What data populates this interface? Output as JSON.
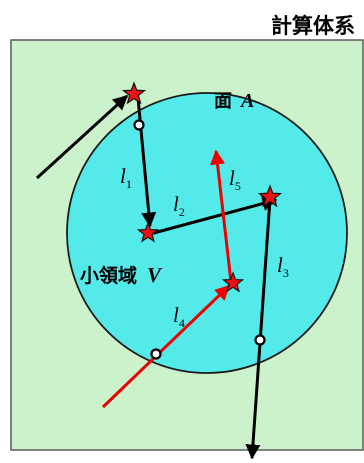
{
  "labels": {
    "system": "計算体系",
    "surface_prefix": "面",
    "surface_var": "A",
    "region_prefix": "小領域",
    "region_var": "V"
  },
  "tracks": [
    {
      "letter": "l",
      "sub": "1"
    },
    {
      "letter": "l",
      "sub": "2"
    },
    {
      "letter": "l",
      "sub": "3"
    },
    {
      "letter": "l",
      "sub": "4"
    },
    {
      "letter": "l",
      "sub": "5"
    }
  ],
  "colors": {
    "system_box_fill": "#ccf2cc",
    "system_box_stroke": "#5a5a5a",
    "region_fill": "#55eaea",
    "region_stroke": "#1a1a1a",
    "arrow_black": "#000000",
    "arrow_red": "#ee0000",
    "star_fill": "#ee1111",
    "star_stroke": "#111111",
    "crossing_fill": "#ffffff"
  }
}
